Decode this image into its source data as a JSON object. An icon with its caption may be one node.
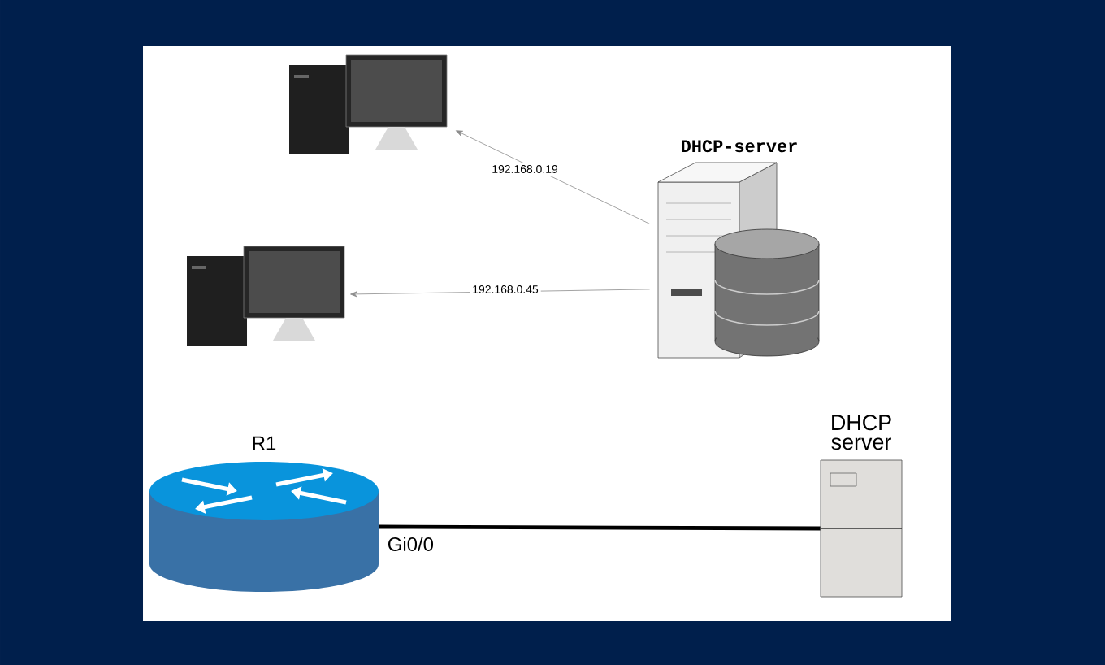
{
  "diagram": {
    "nodes": [
      {
        "text": [],
        "shape": "picture"
      },
      {
        "text": [],
        "shape": "picture"
      },
      {
        "text": [
          "DHCP-server"
        ]
      },
      {
        "text": [
          "R1"
        ]
      },
      {
        "text": [
          "DHCP server"
        ]
      }
    ],
    "edges": [
      {
        "from": 2,
        "to": 0,
        "arrow": "to",
        "label": "192.168.0.19"
      },
      {
        "from": 2,
        "to": 1,
        "arrow": "to",
        "label": "192.168.0.45"
      },
      {
        "from": 3,
        "to": 4,
        "arrow": "none",
        "label": "Gi0/0",
        "style": "thick",
        "color": "#000000"
      }
    ]
  }
}
